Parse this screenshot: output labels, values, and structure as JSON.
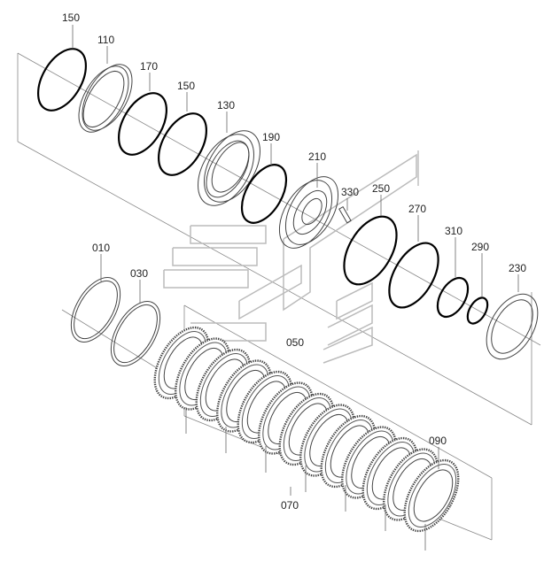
{
  "diagram": {
    "parts": [
      {
        "id": "p150a",
        "label": "150",
        "kind": "o-ring"
      },
      {
        "id": "p110",
        "label": "110",
        "kind": "ring"
      },
      {
        "id": "p170",
        "label": "170",
        "kind": "o-ring"
      },
      {
        "id": "p150b",
        "label": "150",
        "kind": "o-ring"
      },
      {
        "id": "p130",
        "label": "130",
        "kind": "piston"
      },
      {
        "id": "p190",
        "label": "190",
        "kind": "o-ring"
      },
      {
        "id": "p210",
        "label": "210",
        "kind": "hub"
      },
      {
        "id": "p330",
        "label": "330",
        "kind": "pin"
      },
      {
        "id": "p250",
        "label": "250",
        "kind": "o-ring"
      },
      {
        "id": "p270",
        "label": "270",
        "kind": "o-ring"
      },
      {
        "id": "p310",
        "label": "310",
        "kind": "o-ring"
      },
      {
        "id": "p290",
        "label": "290",
        "kind": "o-ring"
      },
      {
        "id": "p230",
        "label": "230",
        "kind": "washer"
      },
      {
        "id": "p010",
        "label": "010",
        "kind": "snap-ring"
      },
      {
        "id": "p030",
        "label": "030",
        "kind": "ring"
      },
      {
        "id": "p050",
        "label": "050",
        "kind": "friction-disc-group"
      },
      {
        "id": "p070",
        "label": "070",
        "kind": "steel-plate-group"
      },
      {
        "id": "p090",
        "label": "090",
        "kind": "end-plate"
      }
    ]
  }
}
